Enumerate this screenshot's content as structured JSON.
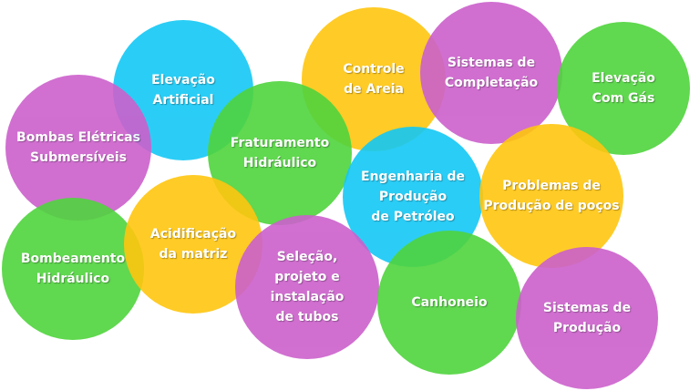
{
  "palette": {
    "blue": "#14c8f5",
    "yellow": "#ffc60f",
    "purple": "#cc60cc",
    "green": "#4fd43d"
  },
  "bubbles": [
    {
      "label": "Elevação\nArtificial",
      "color": "blue"
    },
    {
      "label": "Controle\nde Areia",
      "color": "yellow"
    },
    {
      "label": "Sistemas de\nCompletação",
      "color": "purple"
    },
    {
      "label": "Elevação\nCom Gás",
      "color": "green"
    },
    {
      "label": "Bombas Elétricas\nSubmersíveis",
      "color": "purple"
    },
    {
      "label": "Fraturamento\nHidráulico",
      "color": "green"
    },
    {
      "label": "Engenharia de\nProdução\nde Petróleo",
      "color": "blue"
    },
    {
      "label": "Problemas de\nProdução de poços",
      "color": "yellow"
    },
    {
      "label": "Bombeamento\nHidráulico",
      "color": "green"
    },
    {
      "label": "Acidificação\nda matriz",
      "color": "yellow"
    },
    {
      "label": "Seleção,\nprojeto e\ninstalação\nde tubos",
      "color": "purple"
    },
    {
      "label": "Canhoneio",
      "color": "green"
    },
    {
      "label": "Sistemas de\nProdução",
      "color": "purple"
    }
  ]
}
